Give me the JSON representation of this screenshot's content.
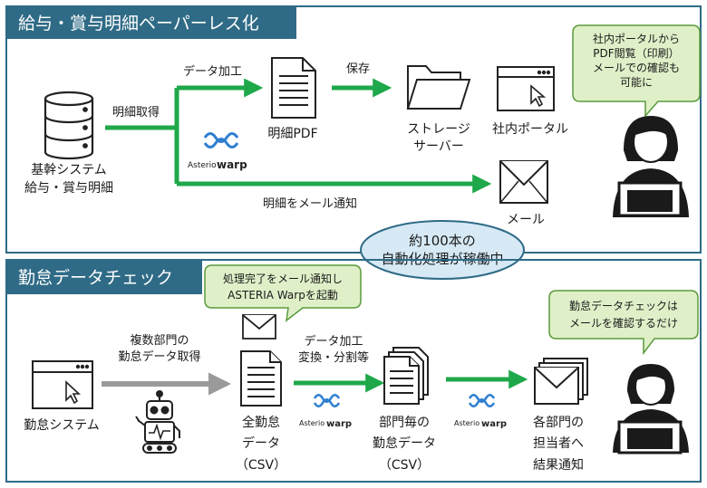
{
  "colors": {
    "header_bg": "#2f6b86",
    "frame_border": "#2f6b86",
    "arrow_green": "#1fa84a",
    "arrow_gray": "#9a9a9a",
    "bubble_fill": "#dff0c8",
    "bubble_stroke": "#5a9a3c",
    "ellipse_fill": "#d6e9f5",
    "ellipse_stroke": "#2f6b86",
    "logo_blue": "#2f7fd1"
  },
  "section1": {
    "title": "給与・賞与明細ペーパーレス化",
    "source_system": [
      "基幹システム",
      "給与・賞与明細"
    ],
    "arrow_fetch": "明細取得",
    "arrow_data_process": "データ加工",
    "doc_label": "明細PDF",
    "arrow_save": "保存",
    "storage_label": [
      "ストレージ",
      "サーバー"
    ],
    "portal_label": "社内ポータル",
    "mail_arrow_label": "明細をメール通知",
    "mail_label": "メール",
    "bubble": [
      "社内ポータルから",
      "PDF閲覧（印刷）",
      "メールでの確認も",
      "可能に"
    ],
    "logo_text": "Asterio",
    "logo_word": "warp"
  },
  "center_callout": [
    "約100本の",
    "自動化処理が稼働中"
  ],
  "section2": {
    "title": "勤怠データチェック",
    "bubble_notify": [
      "処理完了をメール通知し",
      "ASTERIA Warpを起動"
    ],
    "source_system": "勤怠システム",
    "arrow_fetch": [
      "複数部門の",
      "勤怠データ取得"
    ],
    "doc_all": [
      "全勤怠",
      "データ",
      "（CSV）"
    ],
    "arrow_process": [
      "データ加工",
      "変換・分割等"
    ],
    "doc_dept": [
      "部門毎の",
      "勤怠データ",
      "（CSV）"
    ],
    "mail_label": [
      "各部門の",
      "担当者へ",
      "結果通知"
    ],
    "bubble_right": [
      "勤怠データチェックは",
      "メールを確認するだけ"
    ],
    "logo_text": "Asterio",
    "logo_word": "warp"
  }
}
